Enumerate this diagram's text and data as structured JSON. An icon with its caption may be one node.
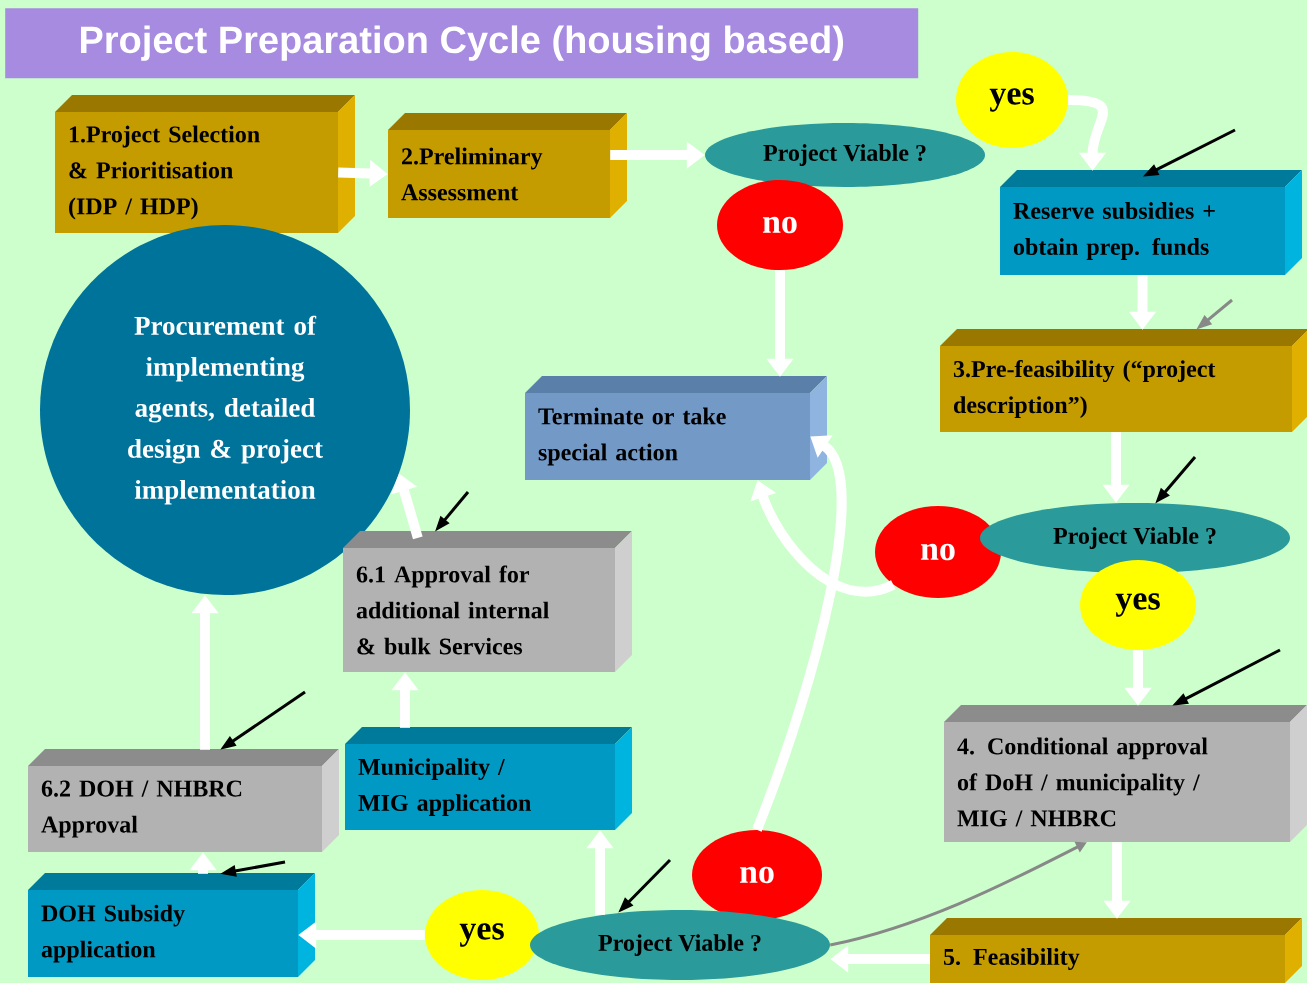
{
  "diagram": {
    "title": "Project Preparation Cycle (housing based)",
    "nodes": [
      {
        "text": [
          "1.Project Selection & Prioritisation (IDP / HDP)"
        ]
      },
      {
        "text": [
          "2.Preliminary Assessment"
        ]
      },
      {
        "text": [
          "Project Viable ?"
        ]
      },
      {
        "text": [
          "yes"
        ]
      },
      {
        "text": [
          "no"
        ]
      },
      {
        "text": [
          "Reserve subsidies + obtain prep. funds"
        ]
      },
      {
        "text": [
          "Procurement of implementing agents, detailed design & project implementation"
        ]
      },
      {
        "text": [
          "3.Pre-feasibility (“project description”)"
        ]
      },
      {
        "text": [
          "Terminate or take special action"
        ]
      },
      {
        "text": [
          "no"
        ]
      },
      {
        "text": [
          "Project Viable ?"
        ]
      },
      {
        "text": [
          "yes"
        ]
      },
      {
        "text": [
          "6.1 Approval for additional internal & bulk Services"
        ]
      },
      {
        "text": [
          "4. Conditional approval of DoH / municipality / MIG / NHBRC"
        ]
      },
      {
        "text": [
          "6.2 DOH / NHBRC Approval"
        ]
      },
      {
        "text": [
          "Municipality / MIG application"
        ]
      },
      {
        "text": [
          "no"
        ]
      },
      {
        "text": [
          "DOH Subsidy application"
        ]
      },
      {
        "text": [
          "yes"
        ]
      },
      {
        "text": [
          "Project Viable ?"
        ]
      },
      {
        "text": [
          "5. Feasibility"
        ]
      }
    ],
    "edges": [
      {
        "from": 0,
        "to": 1,
        "arrow": "to"
      },
      {
        "from": 1,
        "to": 2,
        "arrow": "to"
      },
      {
        "from": 3,
        "to": 5,
        "arrow": "to"
      },
      {
        "from": 4,
        "to": 8,
        "arrow": "to"
      },
      {
        "from": 5,
        "to": 7,
        "arrow": "to"
      },
      {
        "from": 7,
        "to": 10,
        "arrow": "to"
      },
      {
        "from": 11,
        "to": 13,
        "arrow": "to"
      },
      {
        "from": 13,
        "to": 20,
        "arrow": "to"
      },
      {
        "from": 20,
        "to": 19,
        "arrow": "to"
      },
      {
        "from": 18,
        "to": 17,
        "arrow": "to"
      },
      {
        "from": 19,
        "to": 15,
        "arrow": "to"
      },
      {
        "from": 15,
        "to": 12,
        "arrow": "to"
      },
      {
        "from": 12,
        "to": 6,
        "arrow": "to"
      },
      {
        "from": 17,
        "to": 14,
        "arrow": "to"
      },
      {
        "from": 14,
        "to": 6,
        "arrow": "to"
      },
      {
        "from": 9,
        "to": 8,
        "arrow": "to"
      },
      {
        "from": 16,
        "to": 8,
        "arrow": "to"
      },
      {
        "from": 19,
        "to": 13,
        "arrow": "to",
        "color": "#888888"
      },
      {
        "from": null,
        "to": 5,
        "arrow": "to",
        "color": "#000000"
      },
      {
        "from": null,
        "to": 7,
        "arrow": "to",
        "color": "#888888"
      },
      {
        "from": null,
        "to": 10,
        "arrow": "to",
        "color": "#000000"
      },
      {
        "from": null,
        "to": 12,
        "arrow": "to",
        "color": "#000000"
      },
      {
        "from": null,
        "to": 14,
        "arrow": "to",
        "color": "#000000"
      },
      {
        "from": null,
        "to": 13,
        "arrow": "to",
        "color": "#000000"
      },
      {
        "from": null,
        "to": 17,
        "arrow": "to",
        "color": "#000000"
      },
      {
        "from": null,
        "to": 19,
        "arrow": "to",
        "color": "#000000"
      }
    ]
  }
}
